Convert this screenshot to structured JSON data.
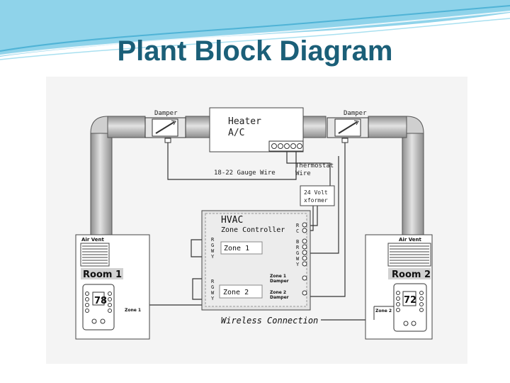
{
  "slide": {
    "title": "Plant Block Diagram"
  },
  "diagram": {
    "damper_left": "Damper",
    "damper_right": "Damper",
    "heater_line1": "Heater",
    "heater_line2": "A/C",
    "gauge_wire": "18-22 Gauge Wire",
    "thermostat_wire_line1": "Thermostat",
    "thermostat_wire_line2": "Wire",
    "xformer_line1": "24 Volt",
    "xformer_line2": "xformer",
    "hvac_title": "HVAC",
    "hvac_subtitle": "Zone Controller",
    "zone1": "Zone 1",
    "zone2": "Zone 2",
    "zone1_damper_line1": "Zone 1",
    "zone1_damper_line2": "Damper",
    "zone2_damper_line1": "Zone 2",
    "zone2_damper_line2": "Damper",
    "air_vent_left": "Air Vent",
    "air_vent_right": "Air Vent",
    "room1": "Room 1",
    "room2": "Room 2",
    "thermostat1_temp": "78",
    "thermostat2_temp": "72",
    "room1_zone_tag": "Zone 1",
    "room2_zone_tag": "Zone 2",
    "wireless": "Wireless Connection",
    "terminals_power": [
      "R",
      "C"
    ],
    "terminals_zone1": [
      "R",
      "G",
      "W",
      "Y"
    ],
    "terminals_zone2": [
      "R",
      "G",
      "W",
      "Y"
    ],
    "terminals_right": [
      "B",
      "R",
      "G",
      "W",
      "Y"
    ]
  }
}
